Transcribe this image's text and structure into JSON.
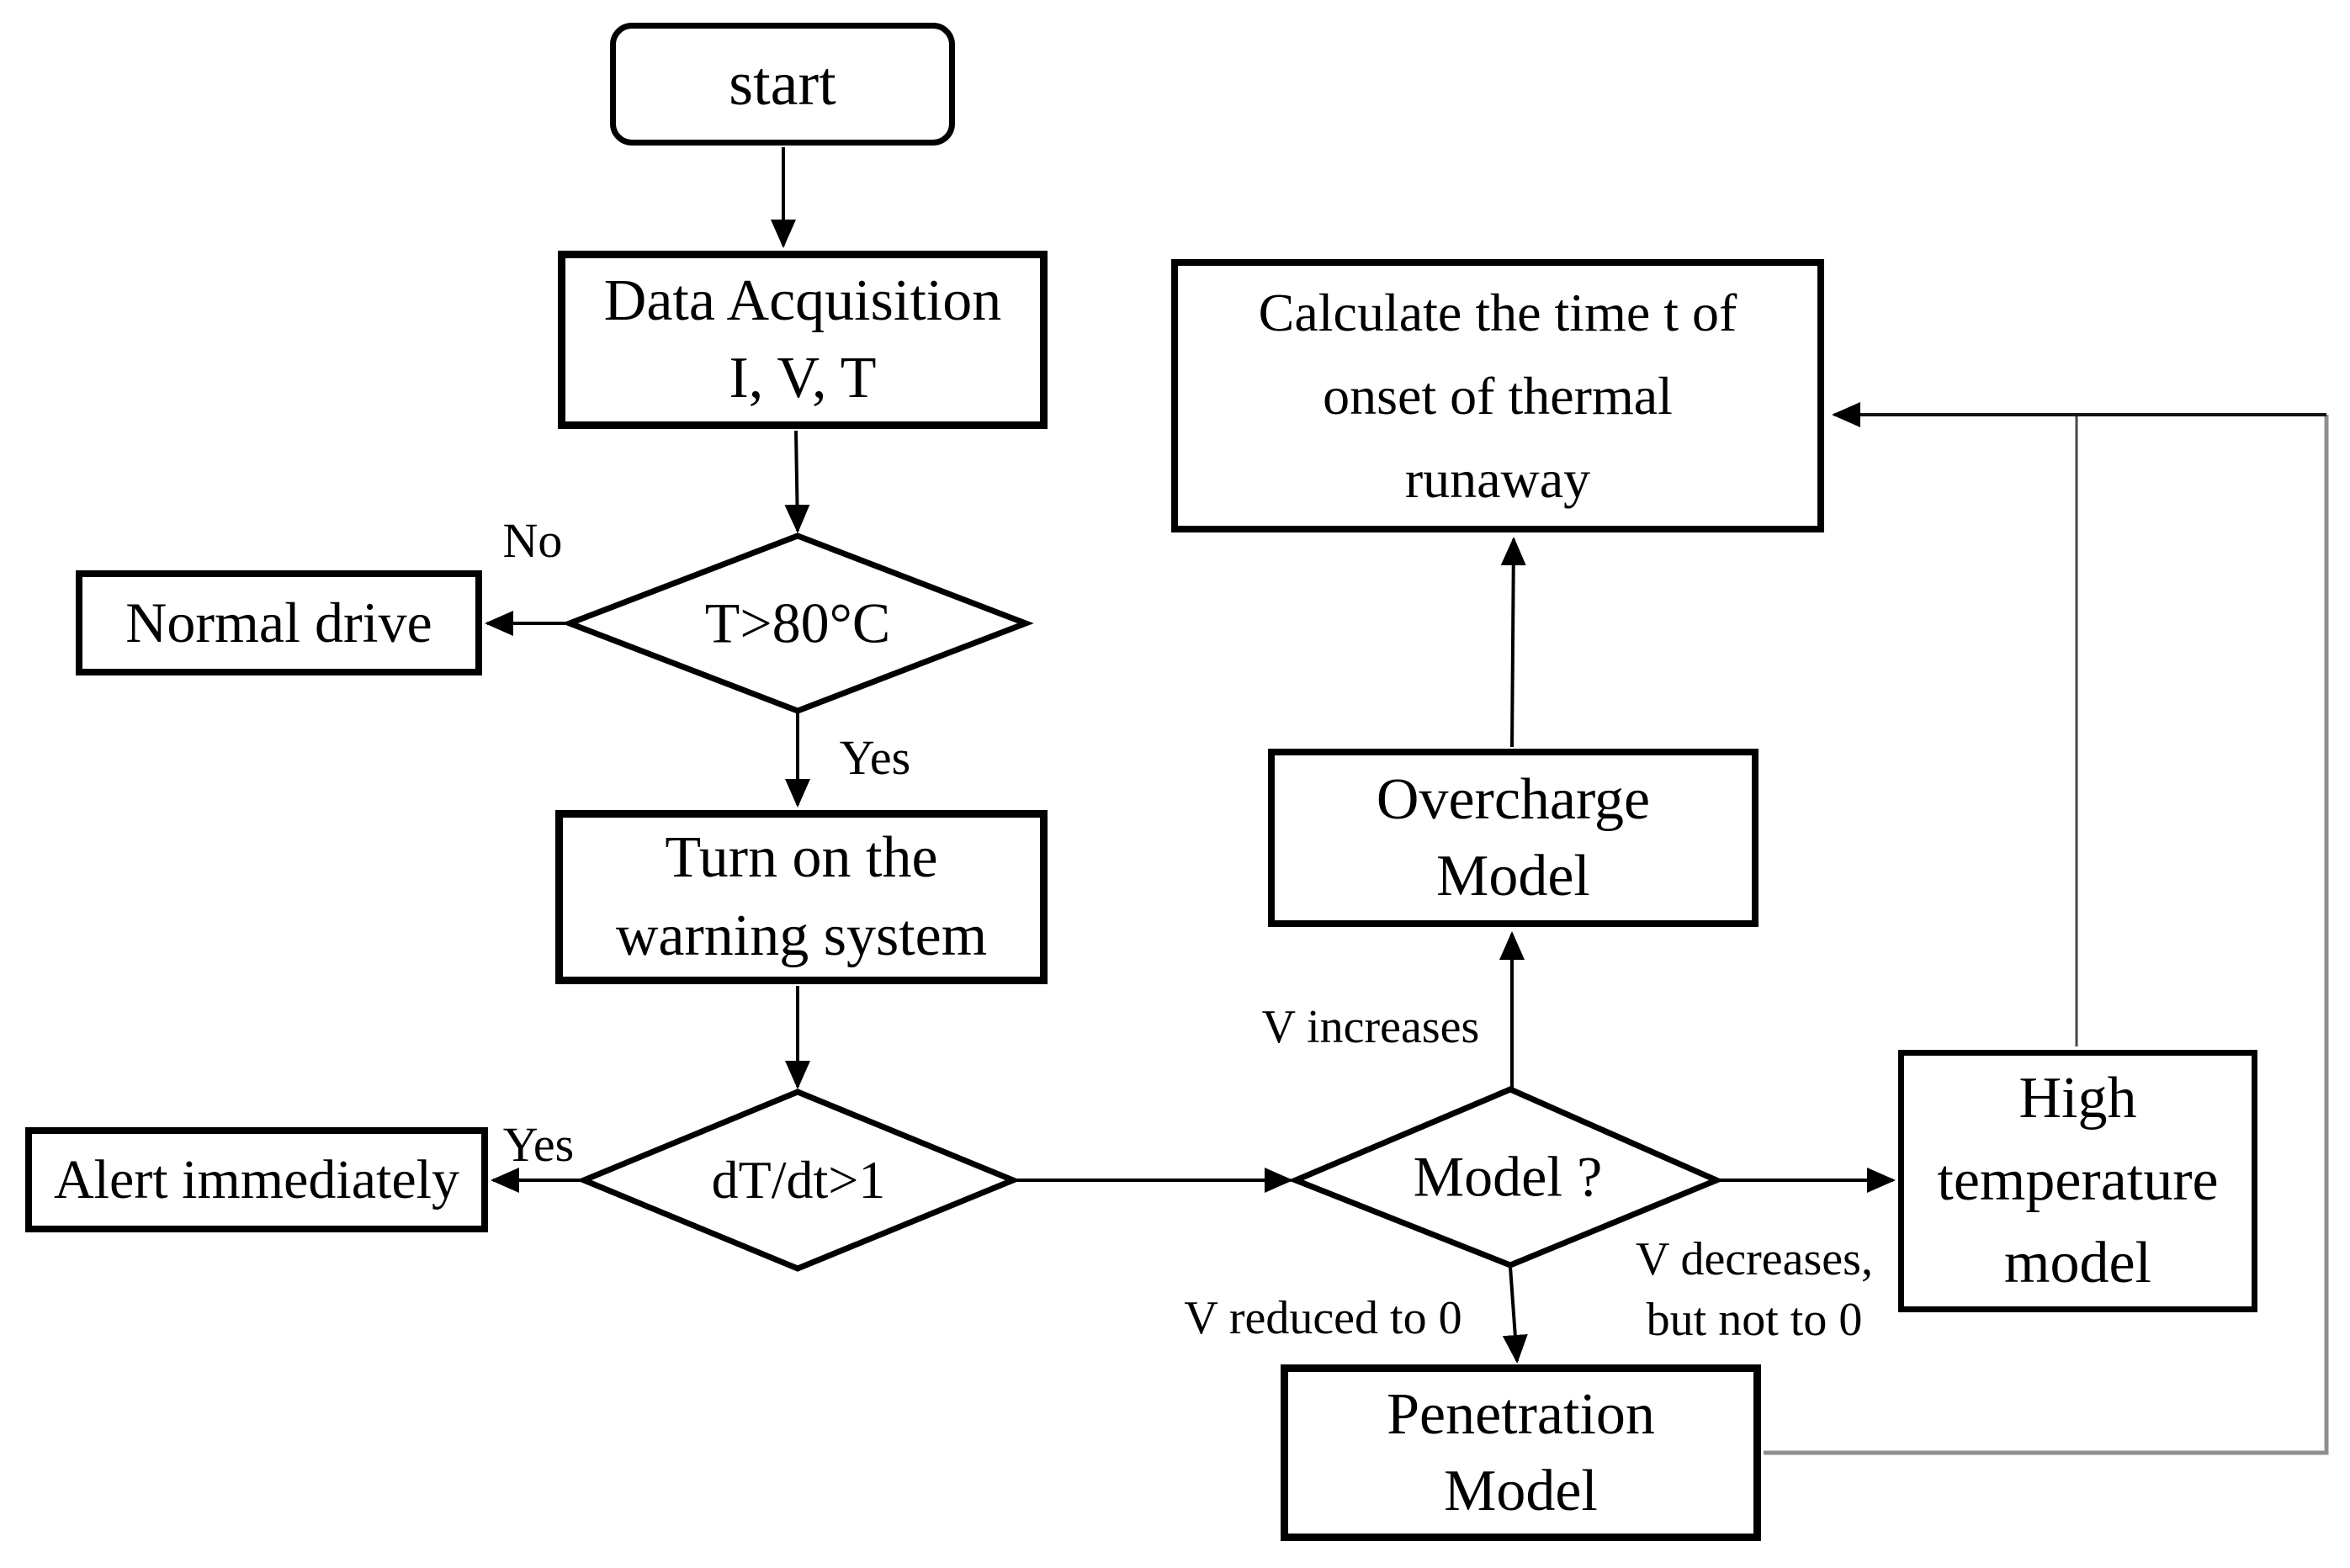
{
  "diagram_type": "flowchart",
  "colors": {
    "stroke": "#000000",
    "thin_feedback_line": "#8f8f8f",
    "background": "#ffffff",
    "text": "#000000"
  },
  "nodes": {
    "start": {
      "label": "start"
    },
    "data_acquisition": {
      "lines": [
        "Data Acquisition",
        "I, V, T"
      ]
    },
    "normal_drive": {
      "label": "Normal drive"
    },
    "t_above_80": {
      "label": "T>80°C"
    },
    "turn_on_warning": {
      "lines": [
        "Turn on the",
        "warning system"
      ]
    },
    "dt_dt_above_1": {
      "label": "dT/dt>1"
    },
    "alert_immediately": {
      "label": "Alert immediately"
    },
    "model_question": {
      "label": "Model ?"
    },
    "overcharge_model": {
      "lines": [
        "Overcharge",
        "Model"
      ]
    },
    "calculate_time": {
      "lines": [
        "Calculate the time t of",
        "onset of thermal",
        "runaway"
      ]
    },
    "high_temperature_model": {
      "lines": [
        "High",
        "temperature",
        "model"
      ]
    },
    "penetration_model": {
      "lines": [
        "Penetration",
        "Model"
      ]
    }
  },
  "edge_labels": {
    "no": "No",
    "yes_t80": "Yes",
    "yes_dtdt": "Yes",
    "v_increases": "V increases",
    "v_decreases_line1": "V decreases,",
    "v_decreases_line2": "but not to 0",
    "v_reduced": "V reduced to 0"
  }
}
